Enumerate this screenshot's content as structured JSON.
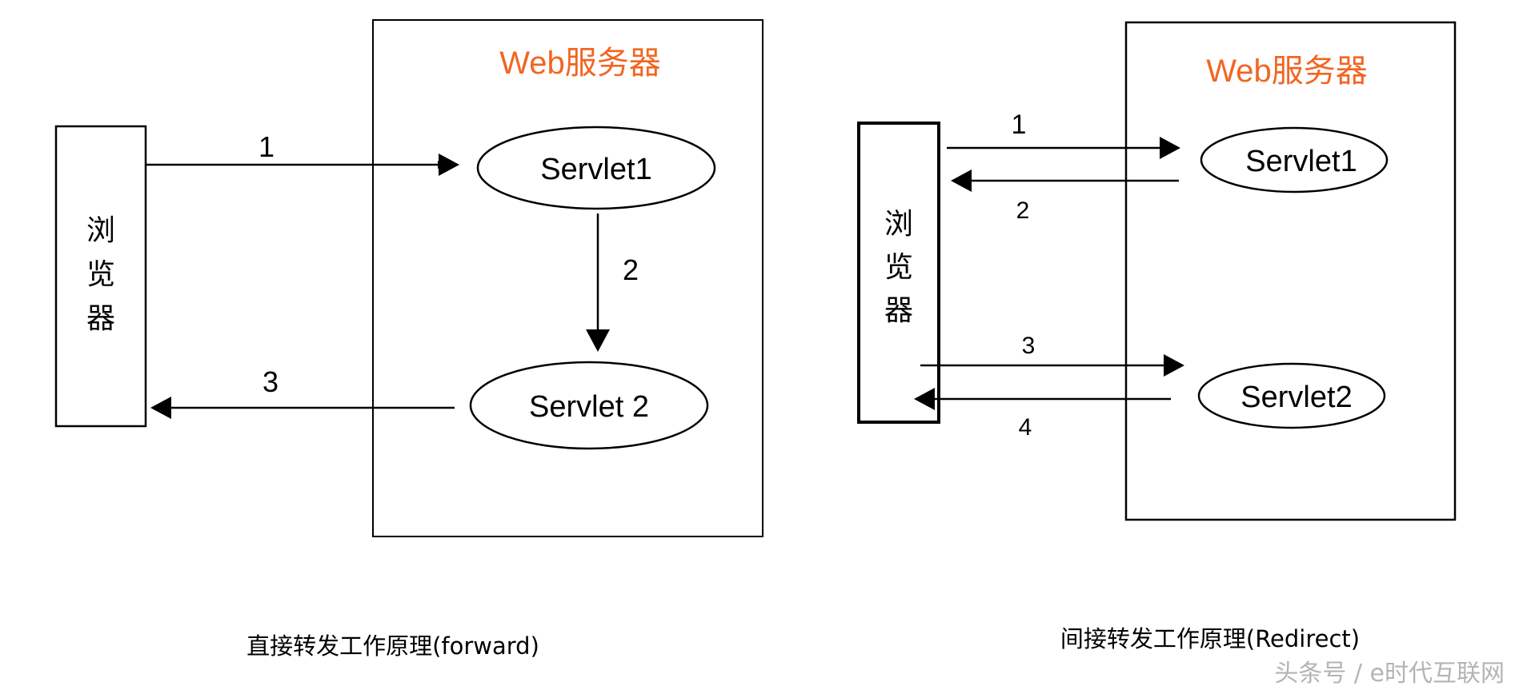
{
  "left": {
    "server_title": "Web服务器",
    "browser_label": [
      "浏",
      "览",
      "器"
    ],
    "servlet1": "Servlet1",
    "servlet2": "Servlet 2",
    "step1": "1",
    "step2": "2",
    "step3": "3",
    "caption": "直接转发工作原理(forward)"
  },
  "right": {
    "server_title": "Web服务器",
    "browser_label": [
      "浏",
      "览",
      "器"
    ],
    "servlet1": "Servlet1",
    "servlet2": "Servlet2",
    "step1": "1",
    "step2": "2",
    "step3": "3",
    "step4": "4",
    "caption": "间接转发工作原理(Redirect)"
  },
  "watermark": "头条号 / e时代互联网",
  "colors": {
    "server_title": "#F26522",
    "line": "#000000"
  }
}
